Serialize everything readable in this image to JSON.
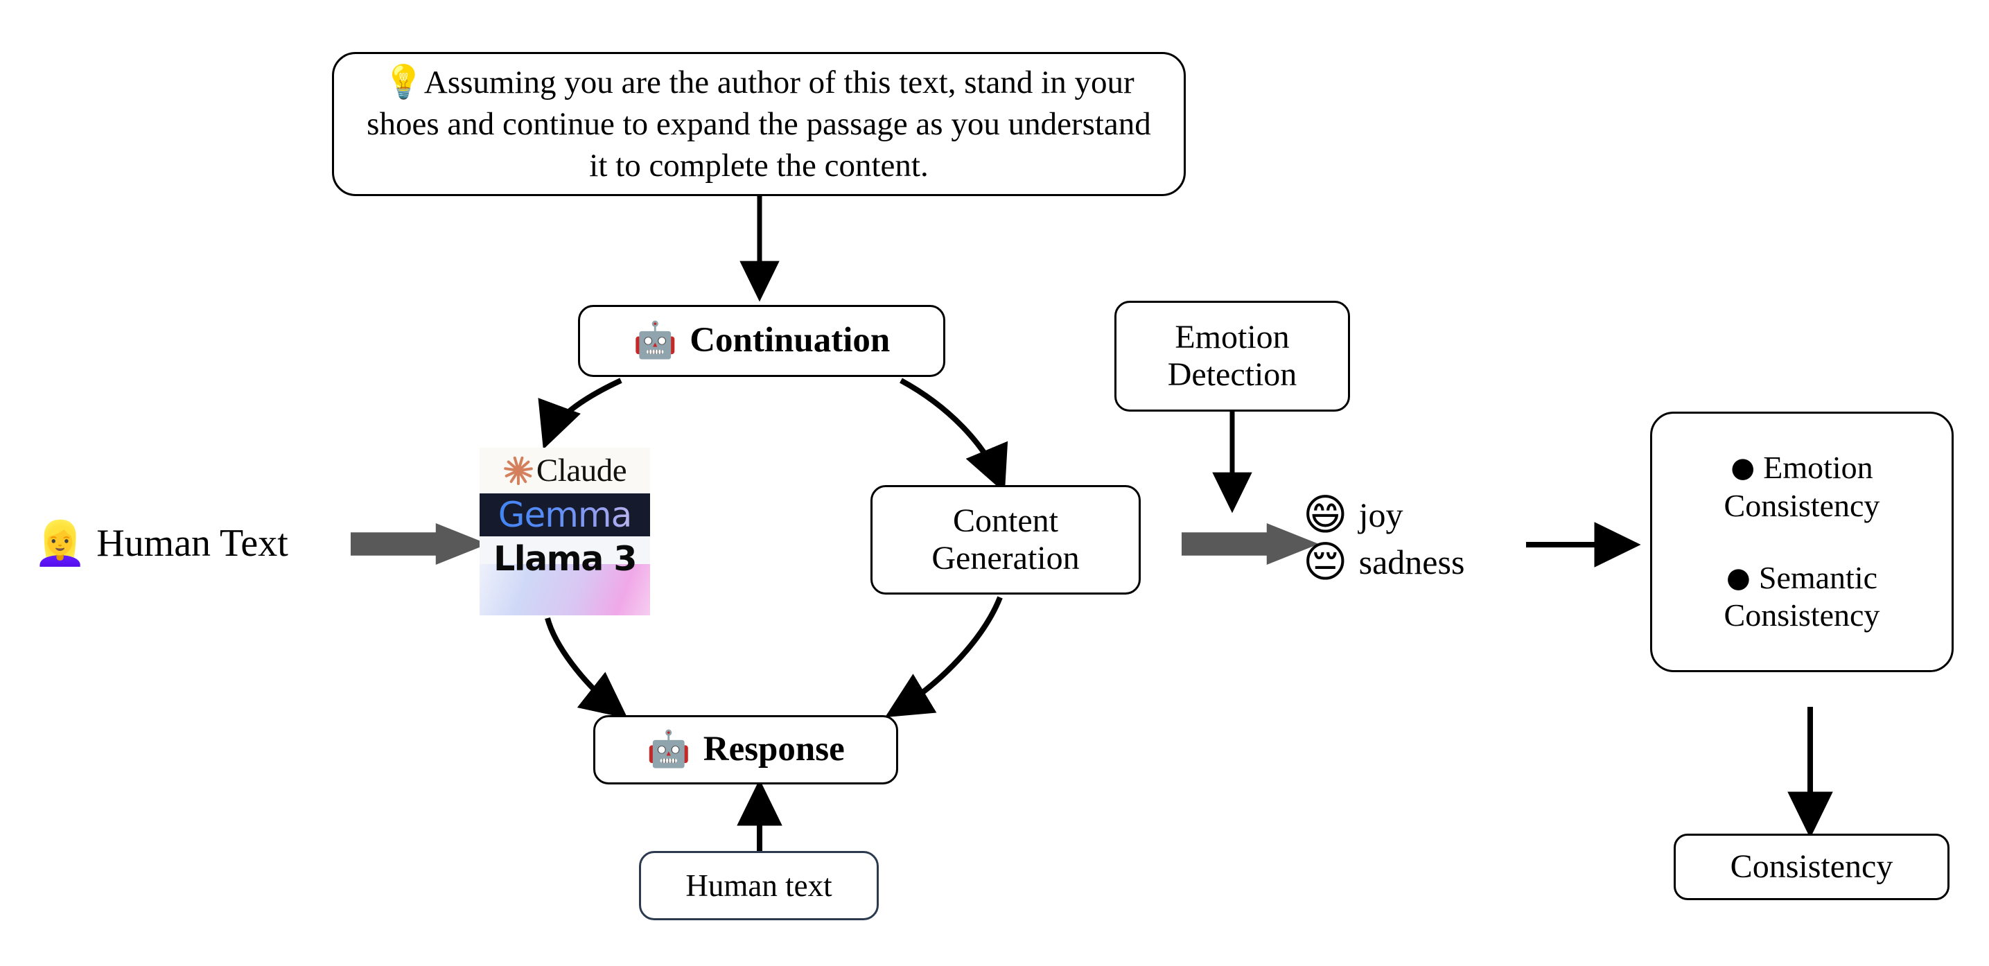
{
  "diagram": {
    "prompt": {
      "icon": "lightbulb-icon",
      "emoji": "💡",
      "text": "Assuming you are the author of this text, stand in your shoes and continue to expand the passage as you understand it to complete the content."
    },
    "continuation": {
      "emoji": "🤖",
      "label": "Continuation",
      "icon": "robot-icon"
    },
    "response": {
      "emoji": "🤖",
      "label": "Response",
      "icon": "robot-icon"
    },
    "content_generation": {
      "label": "Content\nGeneration",
      "line1": "Content",
      "line2": "Generation"
    },
    "human_text_input": {
      "emoji": "👱‍♀️",
      "label": "Human Text",
      "icon": "woman-icon"
    },
    "human_text_box": {
      "label": "Human text"
    },
    "emotion_detection": {
      "line1": "Emotion",
      "line2": "Detection"
    },
    "emotions": [
      {
        "emoji": "😄",
        "label": "joy",
        "icon": "grinning-face-icon"
      },
      {
        "emoji": "😔",
        "label": "sadness",
        "icon": "pensive-face-icon"
      }
    ],
    "criteria": [
      {
        "bullet": "●",
        "line1": "Emotion",
        "line2": "Consistency"
      },
      {
        "bullet": "●",
        "line1": "Semantic",
        "line2": "Consistency"
      }
    ],
    "consistency": {
      "label": "Consistency"
    },
    "models": [
      {
        "name": "Claude",
        "bg": "#faf9f5",
        "accent": "#d4805c"
      },
      {
        "name": "Gemma",
        "bg": "#151b2c",
        "accent": "#4285f4"
      },
      {
        "name": "Llama 3",
        "bg": "#f4f6fa",
        "accent": "#f0a8e8"
      }
    ],
    "colors": {
      "stroke": "#000000",
      "block_arrow": "#595959",
      "human_box_border": "#2b3a4f",
      "background": "#ffffff"
    }
  }
}
